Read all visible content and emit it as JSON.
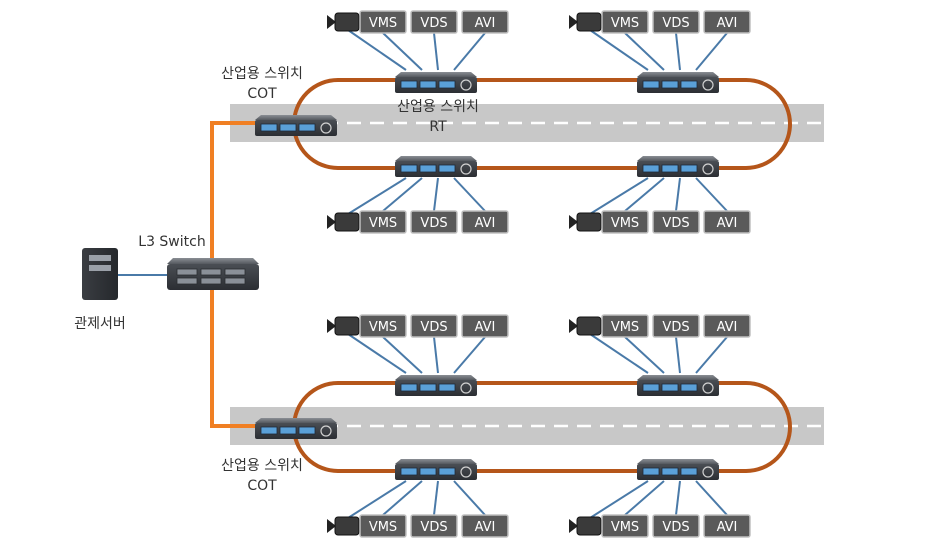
{
  "diagram": {
    "labels": {
      "l3_switch": "L3 Switch",
      "control_server": "관제서버",
      "industrial_switch": "산업용 스위치",
      "cot": "COT",
      "rt": "RT"
    },
    "device_labels": [
      "VMS",
      "VDS",
      "AVI"
    ],
    "colors": {
      "ring": "#b5561a",
      "uplink": "#f07f23",
      "road": "#c8c8c8",
      "road_dash": "#ffffff",
      "link": "#4a7aa8",
      "box": "#555555",
      "box_border": "#bbbbbb",
      "switch_body": "#3a3d42",
      "port": "#5aa0d8"
    }
  }
}
